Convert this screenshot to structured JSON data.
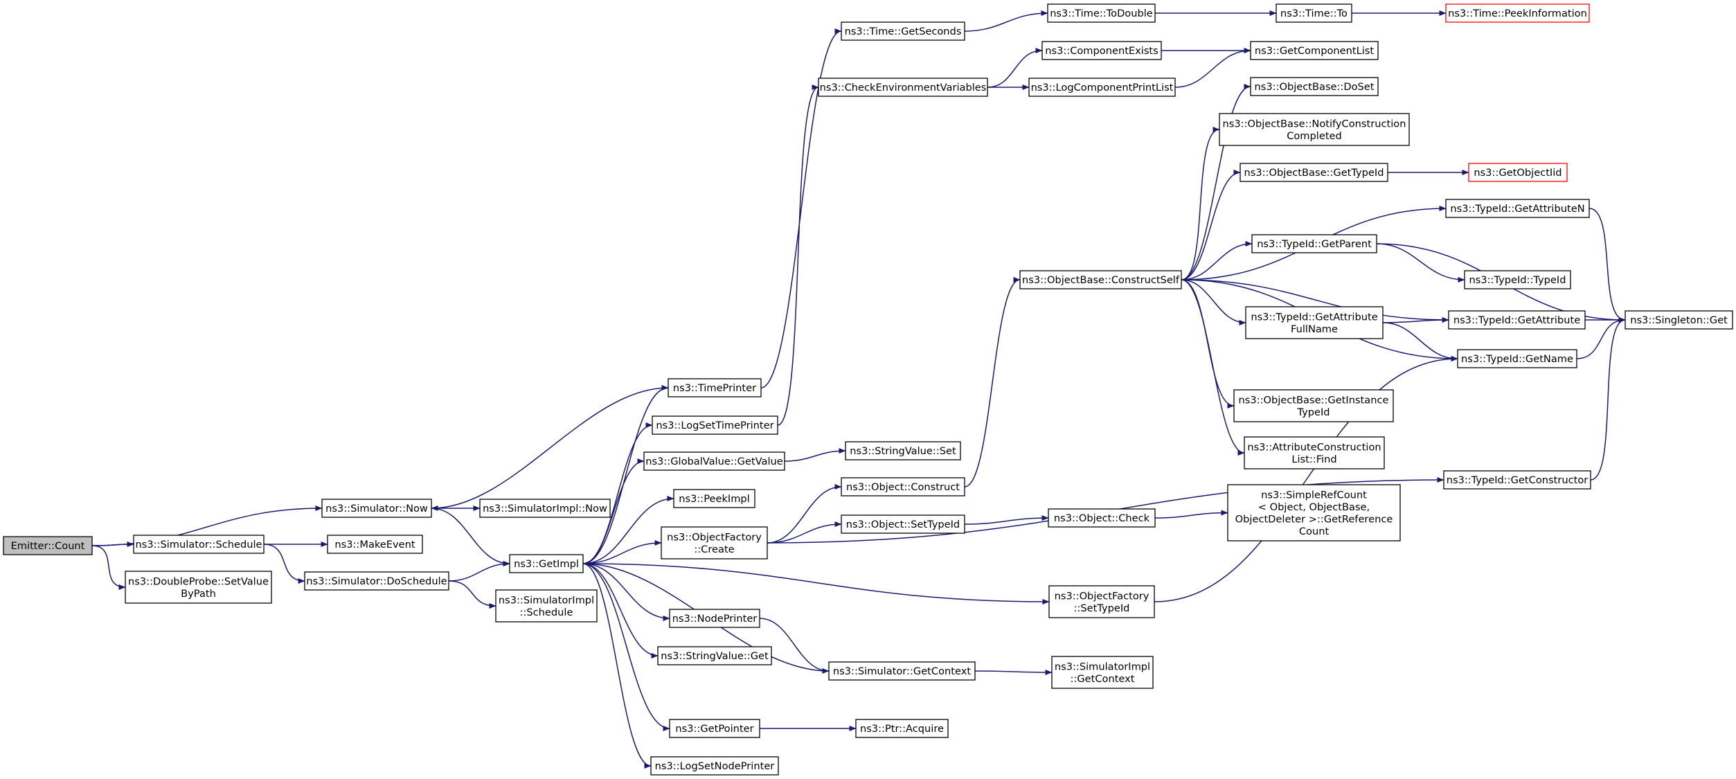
{
  "colors": {
    "edge": "#191970",
    "node_border": "#000000",
    "truncated_border": "#ff0000",
    "root_fill": "#bfbfbf"
  },
  "nodes": {
    "emitter_count": [
      "Emitter::Count"
    ],
    "sim_now": [
      "ns3::Simulator::Now"
    ],
    "sim_schedule": [
      "ns3::Simulator::Schedule"
    ],
    "doubleprobe_setvalue": [
      "ns3::DoubleProbe::SetValue",
      "ByPath"
    ],
    "simimpl_now": [
      "ns3::SimulatorImpl::Now"
    ],
    "make_event": [
      "ns3::MakeEvent"
    ],
    "sim_doschedule": [
      "ns3::Simulator::DoSchedule"
    ],
    "get_impl": [
      "ns3::GetImpl"
    ],
    "simimpl_schedule": [
      "ns3::SimulatorImpl",
      "::Schedule"
    ],
    "time_printer": [
      "ns3::TimePrinter"
    ],
    "log_set_time_printer": [
      "ns3::LogSetTimePrinter"
    ],
    "globalvalue_getvalue": [
      "ns3::GlobalValue::GetValue"
    ],
    "peek_impl": [
      "ns3::PeekImpl"
    ],
    "objectfactory_create": [
      "ns3::ObjectFactory",
      "::Create"
    ],
    "node_printer": [
      "ns3::NodePrinter"
    ],
    "stringvalue_get": [
      "ns3::StringValue::Get"
    ],
    "get_pointer": [
      "ns3::GetPointer"
    ],
    "log_set_node_printer": [
      "ns3::LogSetNodePrinter"
    ],
    "time_getseconds": [
      "ns3::Time::GetSeconds"
    ],
    "check_env_vars": [
      "ns3::CheckEnvironmentVariables"
    ],
    "stringvalue_set": [
      "ns3::StringValue::Set"
    ],
    "object_construct": [
      "ns3::Object::Construct"
    ],
    "object_settypeid": [
      "ns3::Object::SetTypeId"
    ],
    "sim_getcontext": [
      "ns3::Simulator::GetContext"
    ],
    "ptr_acquire": [
      "ns3::Ptr::Acquire"
    ],
    "time_todouble": [
      "ns3::Time::ToDouble"
    ],
    "component_exists": [
      "ns3::ComponentExists"
    ],
    "log_component_printlist": [
      "ns3::LogComponentPrintList"
    ],
    "objectbase_constructself": [
      "ns3::ObjectBase::ConstructSelf"
    ],
    "object_check": [
      "ns3::Object::Check"
    ],
    "objectfactory_settypeid": [
      "ns3::ObjectFactory",
      "::SetTypeId"
    ],
    "simimpl_getcontext": [
      "ns3::SimulatorImpl",
      "::GetContext"
    ],
    "time_to": [
      "ns3::Time::To"
    ],
    "get_componentlist": [
      "ns3::GetComponentList"
    ],
    "objectbase_doset": [
      "ns3::ObjectBase::DoSet"
    ],
    "objectbase_notify": [
      "ns3::ObjectBase::NotifyConstruction",
      "Completed"
    ],
    "objectbase_gettypeid": [
      "ns3::ObjectBase::GetTypeId"
    ],
    "typeid_getparent": [
      "ns3::TypeId::GetParent"
    ],
    "typeid_getattribute_fullname": [
      "ns3::TypeId::GetAttribute",
      "FullName"
    ],
    "objectbase_getinstancetypeid": [
      "ns3::ObjectBase::GetInstance",
      "TypeId"
    ],
    "attributeconstructionlist_find": [
      "ns3::AttributeConstruction",
      "List::Find"
    ],
    "simplerefcount": [
      "ns3::SimpleRefCount",
      "< Object, ObjectBase,",
      "ObjectDeleter >::GetReference",
      "Count"
    ],
    "time_peekinformation": [
      "ns3::Time::PeekInformation"
    ],
    "get_objectiid": [
      "ns3::GetObjectIid"
    ],
    "typeid_getattributen": [
      "ns3::TypeId::GetAttributeN"
    ],
    "typeid_typeid": [
      "ns3::TypeId::TypeId"
    ],
    "typeid_getattribute": [
      "ns3::TypeId::GetAttribute"
    ],
    "typeid_getname": [
      "ns3::TypeId::GetName"
    ],
    "typeid_getconstructor": [
      "ns3::TypeId::GetConstructor"
    ],
    "singleton_get": [
      "ns3::Singleton::Get"
    ]
  },
  "edges": [
    [
      "emitter_count",
      "sim_now"
    ],
    [
      "emitter_count",
      "sim_schedule"
    ],
    [
      "emitter_count",
      "doubleprobe_setvalue"
    ],
    [
      "sim_now",
      "simimpl_now"
    ],
    [
      "sim_now",
      "get_impl"
    ],
    [
      "sim_schedule",
      "make_event"
    ],
    [
      "sim_schedule",
      "sim_doschedule"
    ],
    [
      "sim_doschedule",
      "get_impl"
    ],
    [
      "sim_doschedule",
      "simimpl_schedule"
    ],
    [
      "time_printer",
      "sim_now"
    ],
    [
      "time_printer",
      "time_getseconds"
    ],
    [
      "get_impl",
      "time_printer"
    ],
    [
      "get_impl",
      "log_set_time_printer"
    ],
    [
      "get_impl",
      "globalvalue_getvalue"
    ],
    [
      "get_impl",
      "peek_impl"
    ],
    [
      "get_impl",
      "objectfactory_create"
    ],
    [
      "get_impl",
      "objectfactory_settypeid"
    ],
    [
      "get_impl",
      "node_printer"
    ],
    [
      "get_impl",
      "stringvalue_get"
    ],
    [
      "get_impl",
      "get_pointer"
    ],
    [
      "get_impl",
      "log_set_node_printer"
    ],
    [
      "log_set_time_printer",
      "check_env_vars"
    ],
    [
      "globalvalue_getvalue",
      "stringvalue_set"
    ],
    [
      "objectfactory_create",
      "object_construct"
    ],
    [
      "objectfactory_create",
      "object_settypeid"
    ],
    [
      "objectfactory_create",
      "typeid_getconstructor"
    ],
    [
      "node_printer",
      "sim_getcontext"
    ],
    [
      "sim_getcontext",
      "get_impl"
    ],
    [
      "sim_getcontext",
      "simimpl_getcontext"
    ],
    [
      "get_pointer",
      "ptr_acquire"
    ],
    [
      "time_getseconds",
      "time_todouble"
    ],
    [
      "time_todouble",
      "time_to"
    ],
    [
      "time_to",
      "time_peekinformation"
    ],
    [
      "check_env_vars",
      "component_exists"
    ],
    [
      "check_env_vars",
      "log_component_printlist"
    ],
    [
      "component_exists",
      "get_componentlist"
    ],
    [
      "log_component_printlist",
      "get_componentlist"
    ],
    [
      "object_construct",
      "objectbase_constructself"
    ],
    [
      "object_settypeid",
      "object_check"
    ],
    [
      "object_check",
      "simplerefcount"
    ],
    [
      "objectbase_constructself",
      "objectbase_doset"
    ],
    [
      "objectbase_constructself",
      "objectbase_notify"
    ],
    [
      "objectbase_constructself",
      "objectbase_gettypeid"
    ],
    [
      "objectbase_constructself",
      "typeid_getattributen"
    ],
    [
      "objectbase_constructself",
      "typeid_getparent"
    ],
    [
      "objectbase_constructself",
      "typeid_getattribute"
    ],
    [
      "objectbase_constructself",
      "typeid_getattribute_fullname"
    ],
    [
      "objectbase_constructself",
      "typeid_getname"
    ],
    [
      "objectbase_constructself",
      "objectbase_getinstancetypeid"
    ],
    [
      "objectbase_constructself",
      "attributeconstructionlist_find"
    ],
    [
      "objectbase_gettypeid",
      "get_objectiid"
    ],
    [
      "typeid_getparent",
      "typeid_typeid"
    ],
    [
      "typeid_getparent",
      "singleton_get"
    ],
    [
      "typeid_getattribute_fullname",
      "typeid_getattribute"
    ],
    [
      "typeid_getattribute_fullname",
      "typeid_getname"
    ],
    [
      "typeid_getattributen",
      "singleton_get"
    ],
    [
      "typeid_getattribute",
      "singleton_get"
    ],
    [
      "typeid_getname",
      "singleton_get"
    ],
    [
      "typeid_getconstructor",
      "singleton_get"
    ],
    [
      "objectfactory_settypeid",
      "typeid_getname"
    ]
  ]
}
